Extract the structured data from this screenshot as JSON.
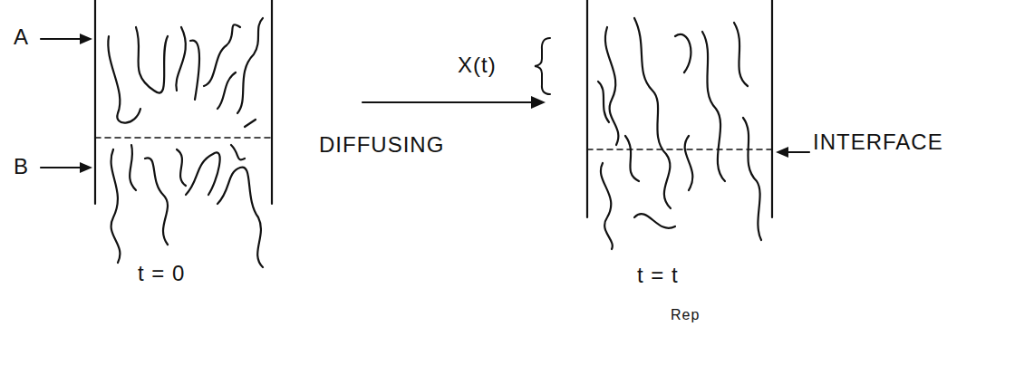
{
  "diagram": {
    "labels": [
      "A",
      "B",
      "X(t)",
      "DIFFUSING",
      "INTERFACE",
      "t = 0",
      "t = t",
      "Rep"
    ]
  }
}
